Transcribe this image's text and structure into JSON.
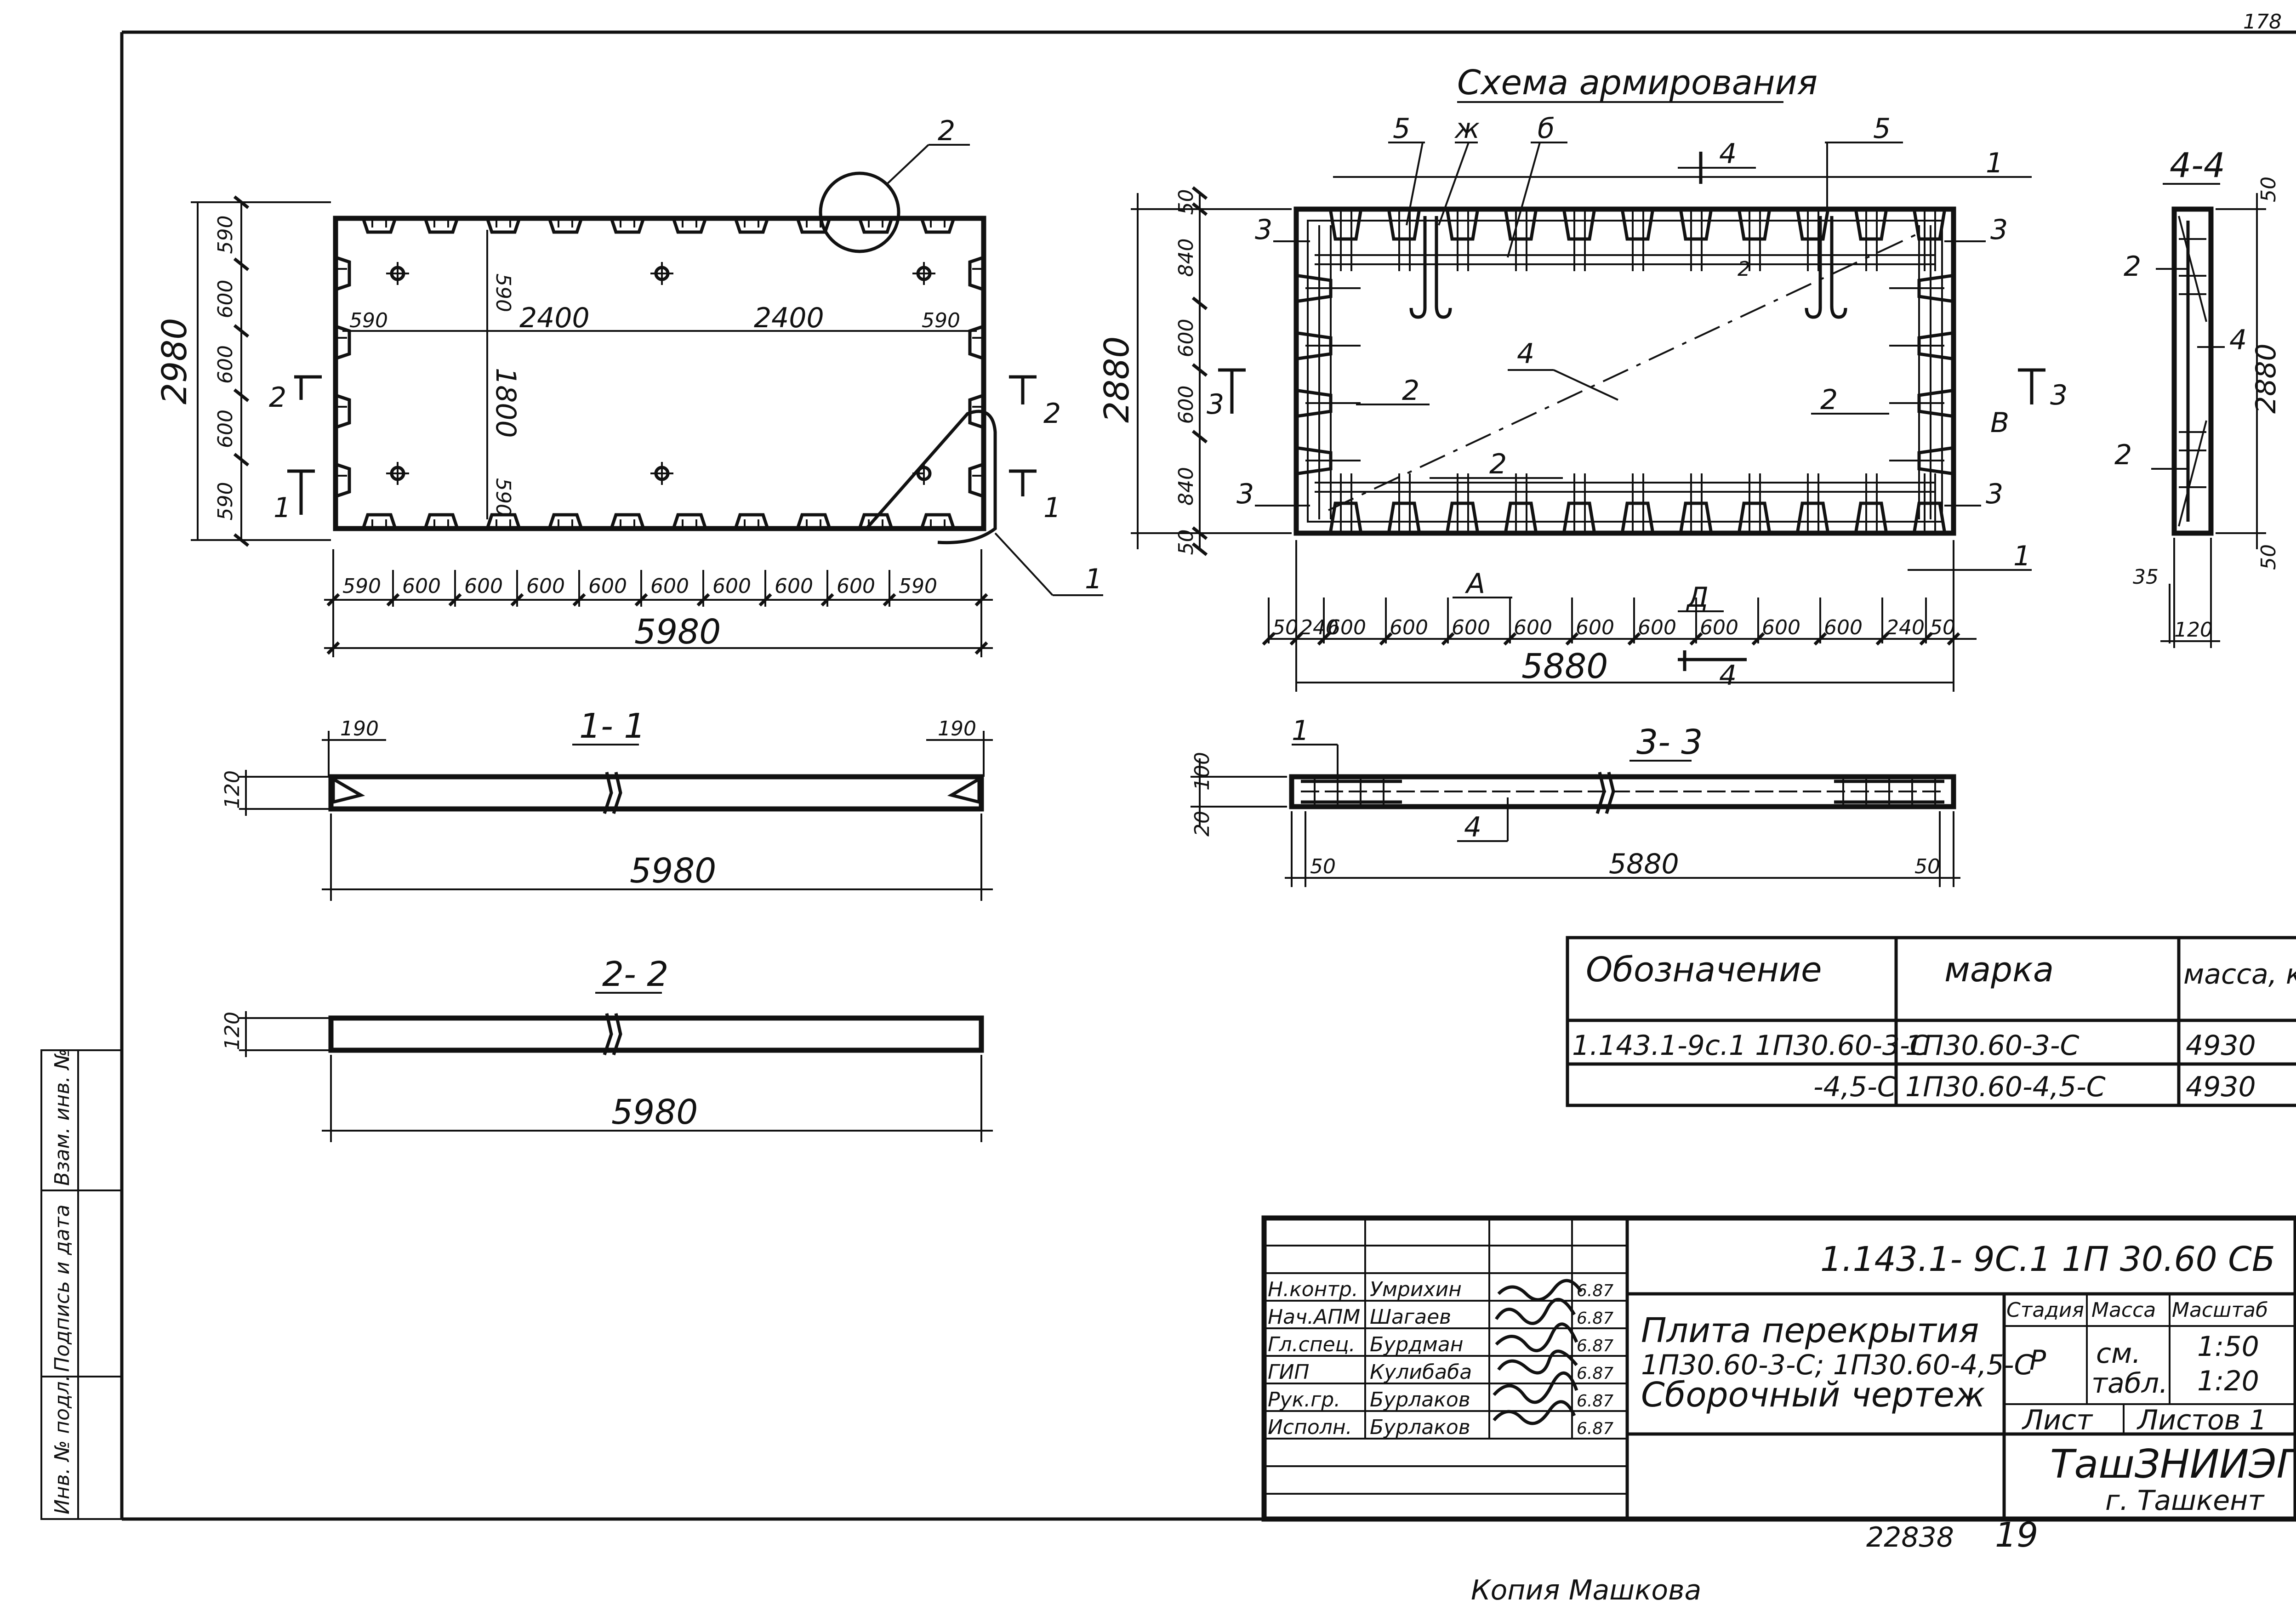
{
  "sheet": {
    "page_number": "178",
    "bottom_number_left": "22838",
    "bottom_number_right": "19",
    "copy_note": "Копия Машкова"
  },
  "side_stamp": [
    "Инв. № подл.",
    "Подпись и дата",
    "Взам. инв. №"
  ],
  "plan_view": {
    "callout_1": "1",
    "callout_2": "2",
    "section_1": "1",
    "section_2": "2",
    "top_dims": [
      "590",
      "2400",
      "2400",
      "590"
    ],
    "left_dims": [
      "590",
      "600",
      "600",
      "600",
      "590"
    ],
    "overall_height": "2980",
    "inner_590_a": "590",
    "inner_590_b": "590",
    "center_dim": "1800",
    "bottom_dims": [
      "590",
      "600",
      "600",
      "600",
      "600",
      "600",
      "600",
      "600",
      "600",
      "590"
    ],
    "overall_length": "5980"
  },
  "reinf_scheme": {
    "title": "Схема армирования",
    "labels_top": [
      "5",
      "ж",
      "б",
      "4",
      "5",
      "1"
    ],
    "label_3a": "3",
    "label_3b": "3",
    "label_3c": "3",
    "label_3d": "3",
    "label_2a": "2",
    "label_2b": "2",
    "label_2c": "2",
    "label_2d": "2",
    "label_4": "4",
    "label_1b": "1",
    "label_A": "А",
    "label_D": "Д",
    "label_V": "В",
    "section_3": "3",
    "left_dims": [
      "50",
      "840",
      "600",
      "600",
      "840",
      "50"
    ],
    "overall_height": "2880",
    "bottom_dims": [
      "50",
      "240",
      "600",
      "600",
      "600",
      "600",
      "600",
      "600",
      "600",
      "600",
      "600",
      "240",
      "50"
    ],
    "overall_length": "5880",
    "section_4": "4"
  },
  "section_44": {
    "title": "4-4",
    "label_2a": "2",
    "label_4": "4",
    "label_2b": "2",
    "dims": [
      "50",
      "2880",
      "50"
    ],
    "dim_35": "35",
    "dim_120": "120"
  },
  "section_11": {
    "title": "1- 1",
    "dim_left": "190",
    "dim_right": "190",
    "thickness": "120",
    "length": "5980"
  },
  "section_33": {
    "title": "3- 3",
    "label_1": "1",
    "label_4": "4",
    "dim_100": "100",
    "dim_20": "20",
    "dim_left": "50",
    "length": "5880",
    "dim_right": "50"
  },
  "section_22": {
    "title": "2- 2",
    "thickness": "120",
    "length": "5980"
  },
  "spec_table": {
    "headers": [
      "Обозначение",
      "марка",
      "масса, кг"
    ],
    "rows": [
      [
        "1.143.1-9с.1 1П30.60-3-С",
        "1П30.60-3-С",
        "4930"
      ],
      [
        "-4,5-С",
        "1П30.60-4,5-С",
        "4930"
      ]
    ]
  },
  "title_block": {
    "doc_code": "1.143.1- 9С.1 1П 30.60 СБ",
    "roles": [
      "Н.контр.",
      "Нач.АПМ",
      "Гл.спец.",
      "ГИП",
      "Рук.гр.",
      "Исполн."
    ],
    "names": [
      "Умрихин",
      "Шагаев",
      "Бурдман",
      "Кулибаба",
      "Бурлаков",
      "Бурлаков"
    ],
    "dates": [
      "6.87",
      "6.87",
      "6.87",
      "6.87",
      "6.87",
      "6.87"
    ],
    "title_line1": "Плита перекрытия",
    "title_line2": "1П30.60-3-С; 1П30.60-4,5-С",
    "title_line3": "Сборочный чертеж",
    "stage_header": "Стадия",
    "mass_header": "Масса",
    "scale_header": "Масштаб",
    "stage_value": "Р",
    "mass_value_1": "см.",
    "mass_value_2": "табл.",
    "scale_1": "1:50",
    "scale_2": "1:20",
    "sheet_label": "Лист",
    "sheets_label": "Листов 1",
    "org_name": "ТашЗНИИЭП",
    "org_city": "г. Ташкент"
  }
}
